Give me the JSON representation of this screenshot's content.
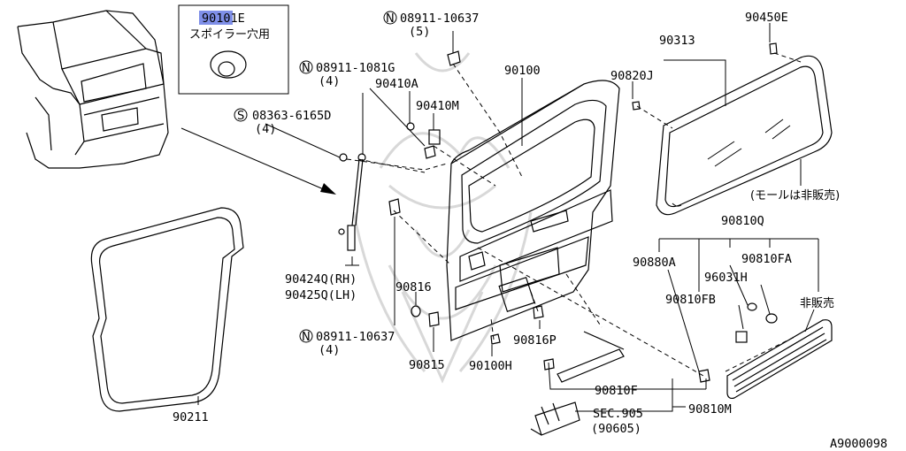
{
  "labels": {
    "highlight_part": "90101E",
    "spoiler_note": "スポイラー穴用",
    "p1": "08911-10637",
    "p1q": "(5)",
    "p2": "08911-1081G",
    "p2q": "(4)",
    "p3": "90410A",
    "p4": "90410M",
    "p5": "08363-6165D",
    "p5q": "(4)",
    "p6": "90100",
    "p7": "90820J",
    "p8": "90313",
    "p9": "90450E",
    "p10": "(モールは非販売)",
    "p11": "90810Q",
    "p12": "90880A",
    "p13": "90810FA",
    "p14": "96031H",
    "p15": "90810FB",
    "p16": "非販売",
    "p17": "90424Q(RH)",
    "p18": "90425Q(LH)",
    "p19": "90816",
    "p20": "08911-10637",
    "p20q": "(4)",
    "p21": "90815",
    "p22": "90100H",
    "p23": "90816P",
    "p24": "90810F",
    "p25": "90810M",
    "p26": "SEC.905",
    "p27": "(90605)",
    "p28": "90211",
    "diagram_code": "A9000098"
  },
  "symbols": {
    "n": "N",
    "s": "S"
  },
  "colors": {
    "highlight": "#7f8fe8"
  }
}
